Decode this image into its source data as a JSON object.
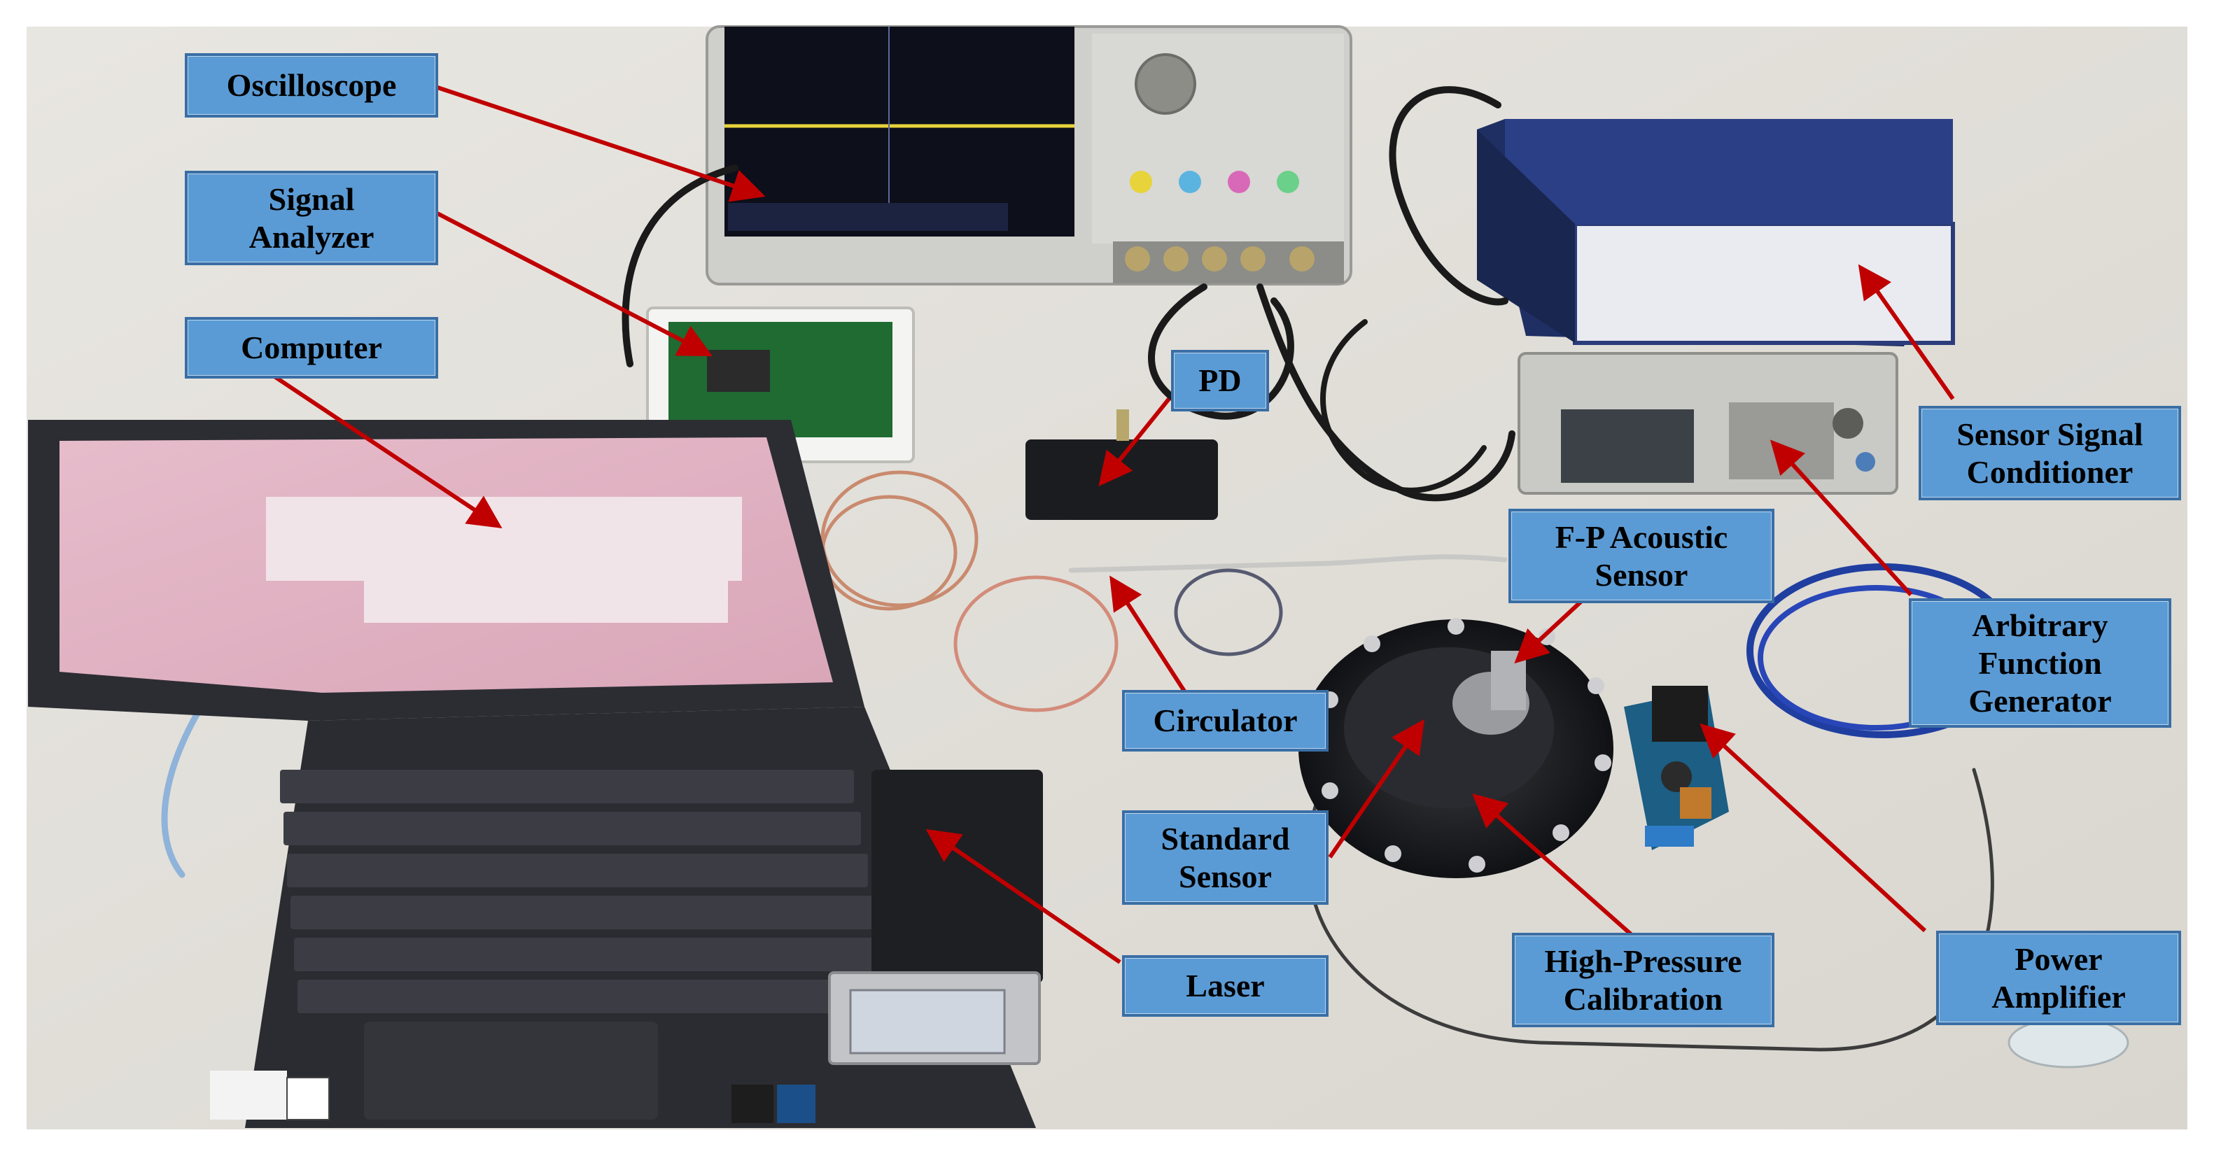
{
  "labels": {
    "oscilloscope": "Oscilloscope",
    "signal_analyzer": [
      "Signal",
      "Analyzer"
    ],
    "computer": "Computer",
    "pd": "PD",
    "sensor_signal_conditioner": [
      "Sensor Signal",
      "Conditioner"
    ],
    "fp_acoustic_sensor": [
      "F-P Acoustic",
      "Sensor"
    ],
    "arbitrary_function_generator": [
      "Arbitrary",
      "Function",
      "Generator"
    ],
    "circulator": "Circulator",
    "standard_sensor": [
      "Standard",
      "Sensor"
    ],
    "laser": "Laser",
    "high_pressure_calibration": [
      "High-Pressure",
      "Calibration"
    ],
    "power_amplifier": [
      "Power",
      "Amplifier"
    ]
  },
  "colors": {
    "label_fill": "#5b9bd5",
    "label_border": "#3a6ea5",
    "arrow": "#c00000",
    "desk": "#e3e1dc",
    "device_dark": "#1c1d22",
    "conditioner_blue": "#233a78",
    "laptop_screen": "#e9c3cf"
  }
}
